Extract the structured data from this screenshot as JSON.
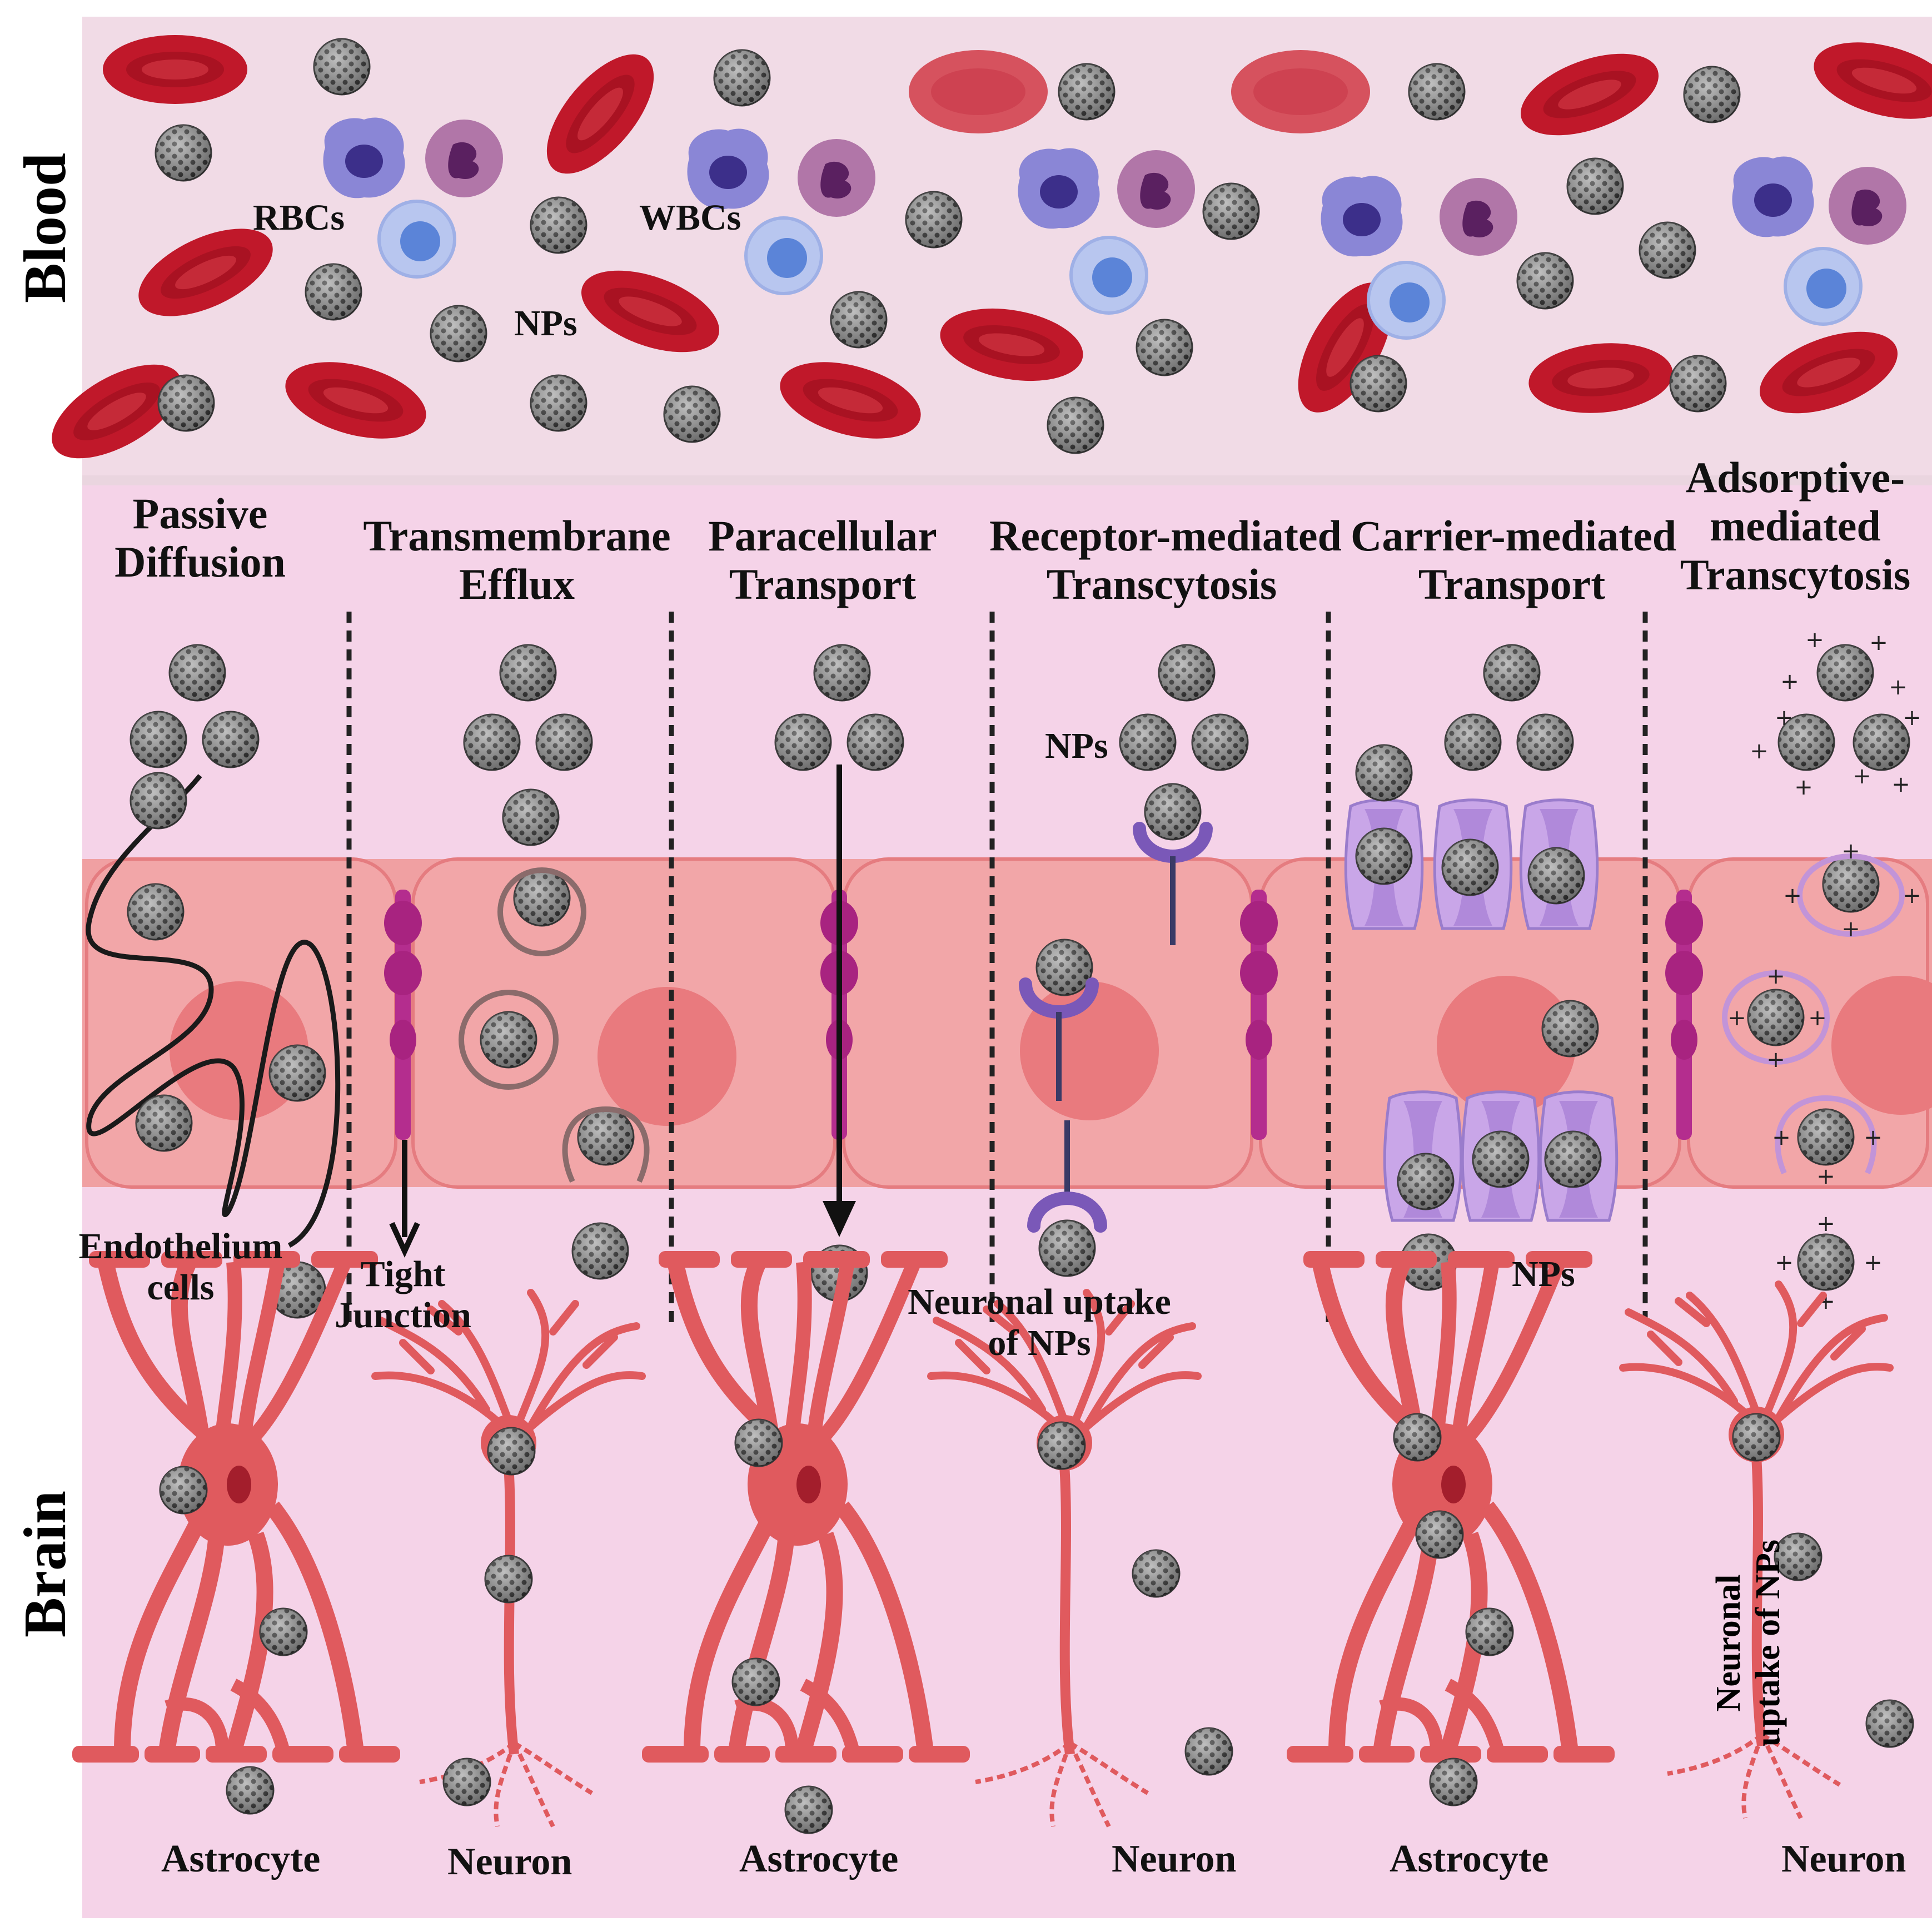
{
  "sections": {
    "blood": "Blood",
    "brain": "Brain"
  },
  "blood_labels": {
    "rbcs": "RBCs",
    "wbcs": "WBCs",
    "nps": "NPs"
  },
  "pathways": [
    {
      "line1": "Passive",
      "line2": "Diffusion"
    },
    {
      "line1": "Transmembrane",
      "line2": "Efflux"
    },
    {
      "line1": "Paracellular",
      "line2": "Transport"
    },
    {
      "line1": "Receptor-mediated",
      "line2": "Transcytosis"
    },
    {
      "line1": "Carrier-mediated",
      "line2": "Transport"
    },
    {
      "line1": "Adsorptive-",
      "line2": "mediated",
      "line3": "Transcytosis"
    }
  ],
  "barrier_labels": {
    "endothelium_1": "Endothelium",
    "endothelium_2": "cells",
    "tight_1": "Tight",
    "tight_2": "Junction",
    "nps_receptor": "NPs",
    "nps_carrier": "NPs",
    "neuronal_uptake_1": "Neuronal uptake",
    "neuronal_uptake_2": "of NPs",
    "neuronal_uptake_v1": "Neuronal",
    "neuronal_uptake_v2": "uptake of NPs"
  },
  "cell_labels": [
    "Astrocyte",
    "Neuron",
    "Astrocyte",
    "Neuron",
    "Astrocyte",
    "Neuron"
  ],
  "colors": {
    "blood_bg": "#f1dbe6",
    "brain_bg": "#f5d3e8",
    "rbc": "#c0182a",
    "endothelium": "#f0a0a2",
    "nucleus": "#e97a7e",
    "junction": "#b42d8e",
    "carrier": "#c9a6e8",
    "astrocyte": "#e05a5e"
  }
}
